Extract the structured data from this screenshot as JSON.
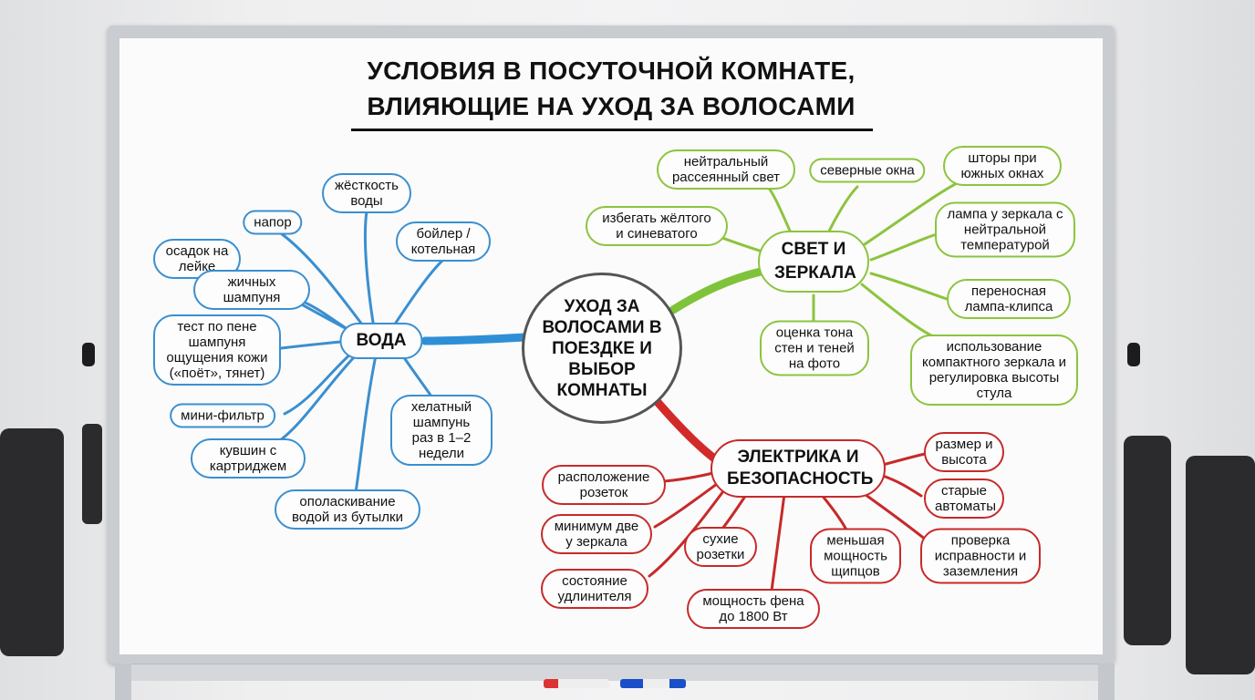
{
  "title": {
    "line1": "УСЛОВИЯ В ПОСУТОЧНОЙ КОМНАТЕ,",
    "line2": "ВЛИЯЮЩИЕ НА УХОД ЗА ВОЛОСАМИ"
  },
  "center": "УХОД ЗА ВОЛОСАМИ В ПОЕЗДКЕ И ВЫБОР КОМНАТЫ",
  "colors": {
    "water": "#3a8fd0",
    "light": "#8cc43e",
    "electric": "#c62a2a"
  },
  "water": {
    "label": "ВОДА",
    "items": [
      "жёсткость воды",
      "напор",
      "бойлер / котельная",
      "осадок на лейке",
      "жичных шампуня",
      "тест по пене шампуня ощущения кожи («поёт», тянет)",
      "мини-фильтр",
      "кувшин с картриджем",
      "ополаскивание водой из бутылки",
      "хелатный шампунь раз в 1–2 недели"
    ]
  },
  "light": {
    "label": "СВЕТ И ЗЕРКАЛА",
    "items": [
      "нейтральный рассеянный свет",
      "северные окна",
      "шторы при южных окнах",
      "избегать жёлтого и синеватого",
      "лампа у зеркала с нейтральной температурой",
      "переносная лампа-клипса",
      "оценка тона стен и теней на фото",
      "использование компактного зеркала и регулировка высоты стула"
    ]
  },
  "electric": {
    "label": "ЭЛЕКТРИКА И БЕЗОПАСНОСТЬ",
    "items": [
      "расположение розеток",
      "минимум две у зеркала",
      "состояние удлинителя",
      "сухие розетки",
      "мощность фена до 1800 Вт",
      "меньшая мощность щипцов",
      "размер и высота",
      "старые автоматы",
      "проверка исправности и заземления"
    ]
  }
}
